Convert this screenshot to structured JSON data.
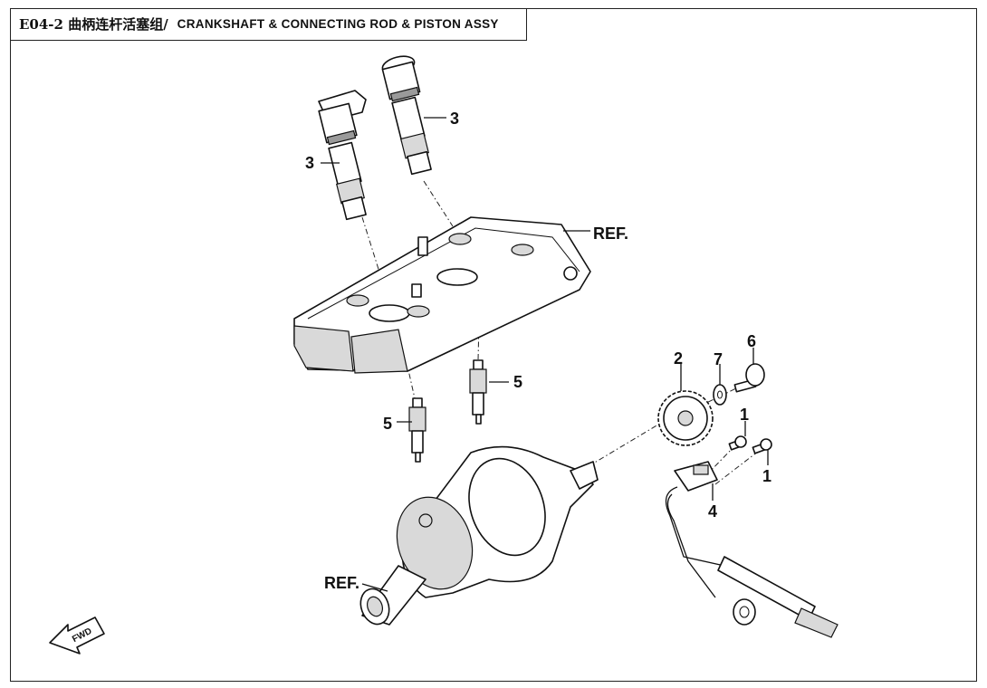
{
  "header": {
    "code": "E04-2 曲柄连杆活塞组/",
    "title_en": "CRANKSHAFT & CONNECTING ROD & PISTON ASSY"
  },
  "callouts": {
    "ignition_coil_right": "3",
    "ignition_coil_left": "3",
    "cover_ref": "REF.",
    "spark_plug_right": "5",
    "spark_plug_left": "5",
    "gear": "2",
    "washer": "7",
    "bolt": "6",
    "screw_upper": "1",
    "screw_lower": "1",
    "sensor": "4",
    "crank_ref": "REF."
  },
  "fwd_label": "FWD"
}
